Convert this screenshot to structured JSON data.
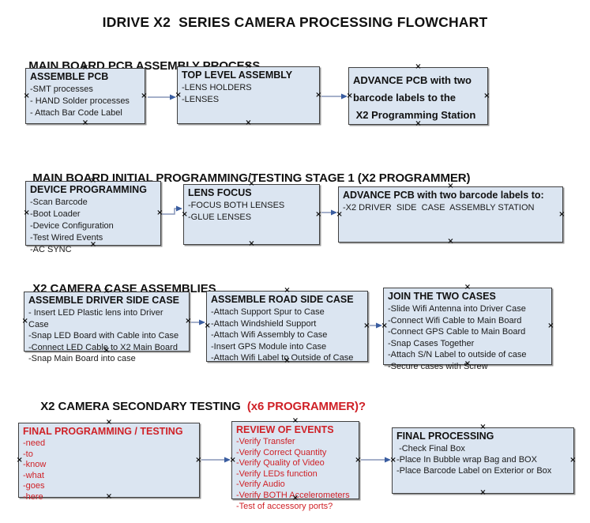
{
  "title": "IDRIVE X2  SERIES CAMERA PROCESSING FLOWCHART",
  "anchor_glyph": "×",
  "colors": {
    "box_fill": "#dbe5f1",
    "box_border": "#404040",
    "red_text": "#cf2127",
    "arrow_line": "#8796b8",
    "arrow_head": "#3a5da0"
  },
  "sections": [
    {
      "heading": "MAIN BOARD PCB ASSEMBLY PROCESS",
      "heading_red": "",
      "boxes": [
        {
          "title": "ASSEMBLE PCB",
          "items": [
            "-SMT processes",
            "- HAND Solder processes",
            "- Attach Bar Code Label"
          ]
        },
        {
          "title": "TOP LEVEL ASSEMBLY",
          "items": [
            "-LENS HOLDERS",
            "-LENSES"
          ]
        },
        {
          "title": "ADVANCE PCB with two\nbarcode labels to the\n X2 Programming Station",
          "items": []
        }
      ]
    },
    {
      "heading": "MAIN BOARD INITIAL PROGRAMMING/TESTING STAGE 1 (X2 PROGRAMMER)",
      "heading_red": "",
      "boxes": [
        {
          "title": "DEVICE PROGRAMMING",
          "items": [
            "-Scan Barcode",
            "-Boot Loader",
            "-Device Configuration",
            "-Test Wired Events",
            "-AC SYNC"
          ]
        },
        {
          "title": "LENS FOCUS",
          "items": [
            "-FOCUS BOTH LENSES",
            "-GLUE LENSES"
          ]
        },
        {
          "title": "ADVANCE PCB with two barcode labels to:",
          "items": [
            "-X2 DRIVER  SIDE  CASE  ASSEMBLY STATION"
          ]
        }
      ]
    },
    {
      "heading": "X2 CAMERA CASE ASSEMBLIES",
      "heading_red": "",
      "boxes": [
        {
          "title": "ASSEMBLE DRIVER SIDE CASE",
          "items": [
            "- Insert LED Plastic lens into Driver Case",
            "-Snap LED Board with Cable into Case",
            "-Connect LED Cable to X2 Main Board",
            "-Snap Main Board into case"
          ]
        },
        {
          "title": "ASSEMBLE ROAD SIDE CASE",
          "items": [
            "-Attach Support Spur to Case",
            "-Attach Windshield Support",
            "-Attach Wifi Assembly to Case",
            "-Insert GPS Module into Case",
            "-Attach Wifi Label to Outside of Case"
          ]
        },
        {
          "title": "JOIN THE TWO CASES",
          "items": [
            "-Slide Wifi Antenna into Driver Case",
            "-Connect Wifi Cable to Main Board",
            "-Connect GPS Cable to Main Board",
            "-Snap Cases Together",
            "-Attach S/N Label to outside of case",
            "-Secure cases with Screw"
          ]
        }
      ]
    },
    {
      "heading": "X2 CAMERA SECONDARY TESTING ",
      "heading_red": " (x6 PROGRAMMER)?",
      "boxes": [
        {
          "title": "FINAL PROGRAMMING / TESTING",
          "items": [
            "-need",
            "-to",
            "-know",
            "-what",
            "-goes",
            "-here"
          ]
        },
        {
          "title": "REVIEW OF EVENTS",
          "items": [
            "-Verify Transfer",
            "-Verify Correct Quantity",
            "-Verify Quality of Video",
            "-Verify LEDs function",
            "-Verify Audio",
            "-Verify BOTH Accelerometers",
            "-Test of accessory ports?"
          ]
        },
        {
          "title": "FINAL PROCESSING",
          "items": [
            " -Check Final Box",
            "-Place In Bubble wrap Bag and BOX",
            "-Place Barcode Label on Exterior or Box"
          ]
        }
      ]
    }
  ]
}
